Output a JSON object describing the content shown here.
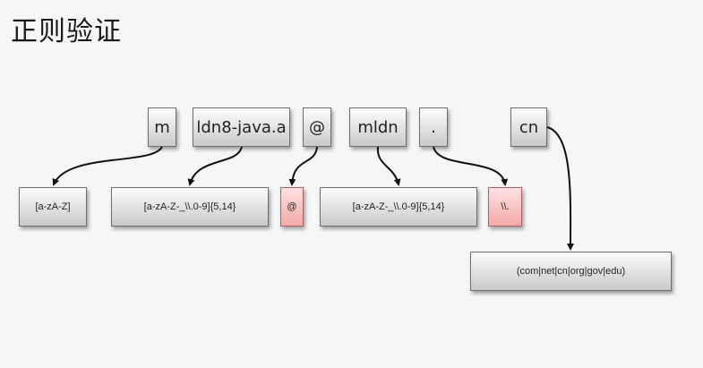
{
  "title": "正则验证",
  "tokens": {
    "m": "m",
    "ldn": "ldn8-java.a",
    "at": "@",
    "mldn": "mldn",
    "dot": ".",
    "cn": "cn"
  },
  "patterns": {
    "letters": "[a-zA-Z]",
    "body": "[a-zA-Z-_\\\\.0-9]{5,14}",
    "at": "@",
    "domain": "[a-zA-Z-_\\\\.0-9]{5,14}",
    "dot": "\\\\.",
    "tld": "(com|net|cn|org|gov|edu)"
  },
  "colors": {
    "pink_fill": "#f3a8a8",
    "gray_fill": "#c9c9c9"
  }
}
